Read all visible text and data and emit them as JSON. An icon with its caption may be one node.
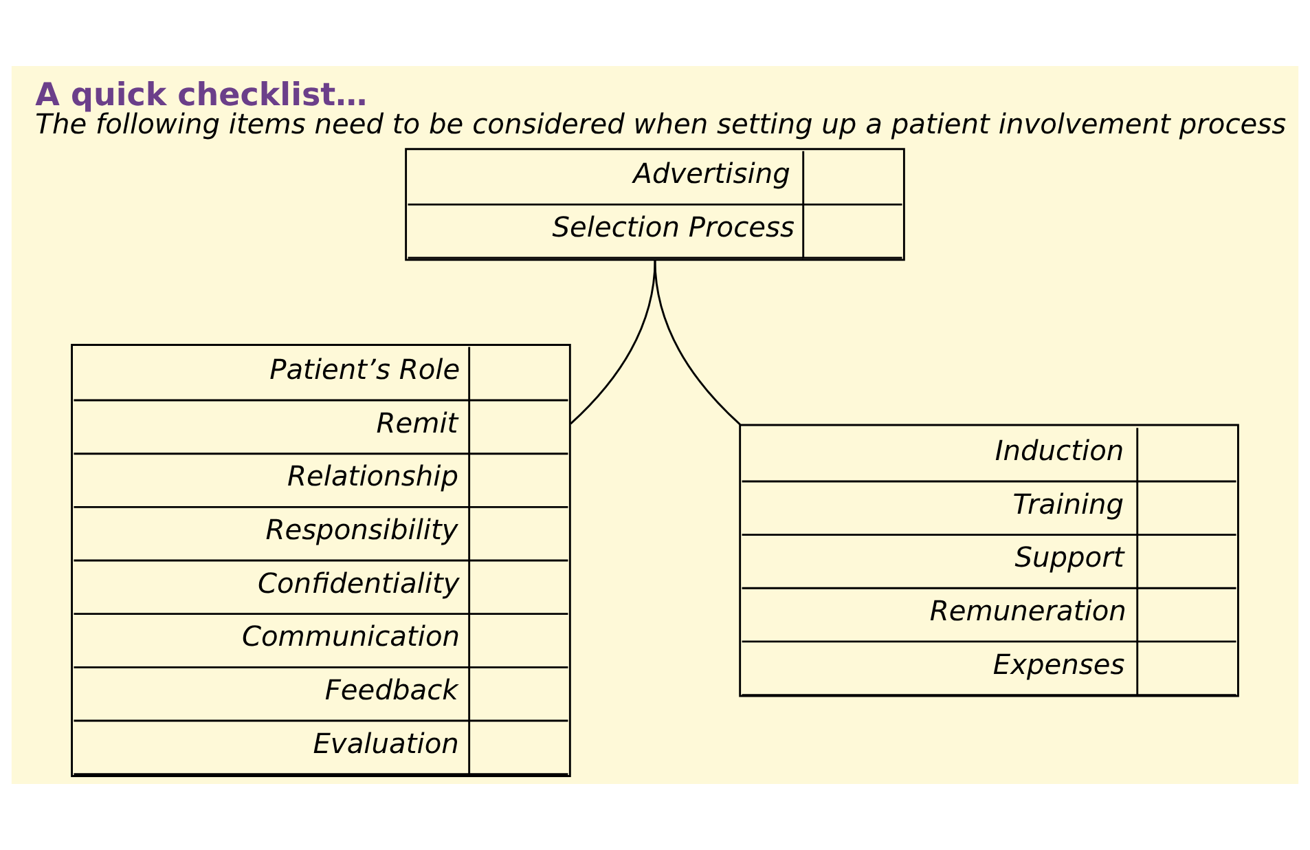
{
  "diagram": {
    "title": "A quick checklist…",
    "caption": "The following items need to be considered when setting up a patient involvement process",
    "nodes": [
      {
        "text": [
          "Advertising",
          "Selection Process"
        ]
      },
      {
        "text": [
          "Patient’s Role",
          "Remit",
          "Relationship",
          "Responsibility",
          "Confidentiality",
          "Communication",
          "Feedback",
          "Evaluation"
        ]
      },
      {
        "text": [
          "Induction",
          "Training",
          "Support",
          "Remuneration",
          "Expenses"
        ]
      }
    ],
    "edges": [
      {
        "from": 0,
        "to": 1,
        "arrow": "none"
      },
      {
        "from": 0,
        "to": 2,
        "arrow": "none"
      }
    ]
  }
}
